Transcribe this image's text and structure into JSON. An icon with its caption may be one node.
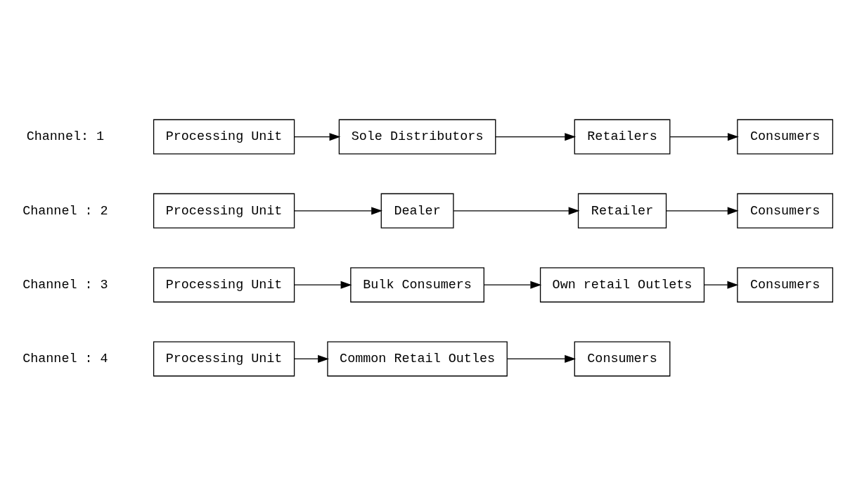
{
  "diagram": {
    "nodes": [
      {
        "text": [
          "Processing Unit"
        ]
      },
      {
        "text": [
          "Sole Distributors"
        ]
      },
      {
        "text": [
          "Retailers"
        ]
      },
      {
        "text": [
          "Consumers"
        ]
      },
      {
        "text": [
          "Processing Unit"
        ]
      },
      {
        "text": [
          "Dealer"
        ]
      },
      {
        "text": [
          "Retailer"
        ]
      },
      {
        "text": [
          "Consumers"
        ]
      },
      {
        "text": [
          "Processing Unit"
        ]
      },
      {
        "text": [
          "Bulk Consumers"
        ]
      },
      {
        "text": [
          "Own retail Outlets"
        ]
      },
      {
        "text": [
          "Consumers"
        ]
      },
      {
        "text": [
          "Processing Unit"
        ]
      },
      {
        "text": [
          "Common Retail Outles"
        ]
      },
      {
        "text": [
          "Consumers"
        ]
      }
    ],
    "edges": [
      {
        "from": 0,
        "to": 1,
        "arrow": "to"
      },
      {
        "from": 1,
        "to": 2,
        "arrow": "to"
      },
      {
        "from": 2,
        "to": 3,
        "arrow": "to"
      },
      {
        "from": 4,
        "to": 5,
        "arrow": "to"
      },
      {
        "from": 5,
        "to": 6,
        "arrow": "to"
      },
      {
        "from": 6,
        "to": 7,
        "arrow": "to"
      },
      {
        "from": 8,
        "to": 9,
        "arrow": "to"
      },
      {
        "from": 9,
        "to": 10,
        "arrow": "to"
      },
      {
        "from": 10,
        "to": 11,
        "arrow": "to"
      },
      {
        "from": 12,
        "to": 13,
        "arrow": "to"
      },
      {
        "from": 13,
        "to": 14,
        "arrow": "to"
      }
    ],
    "labels": [
      "Channel: 1",
      "Channel : 2",
      "Channel : 3",
      "Channel : 4"
    ]
  }
}
